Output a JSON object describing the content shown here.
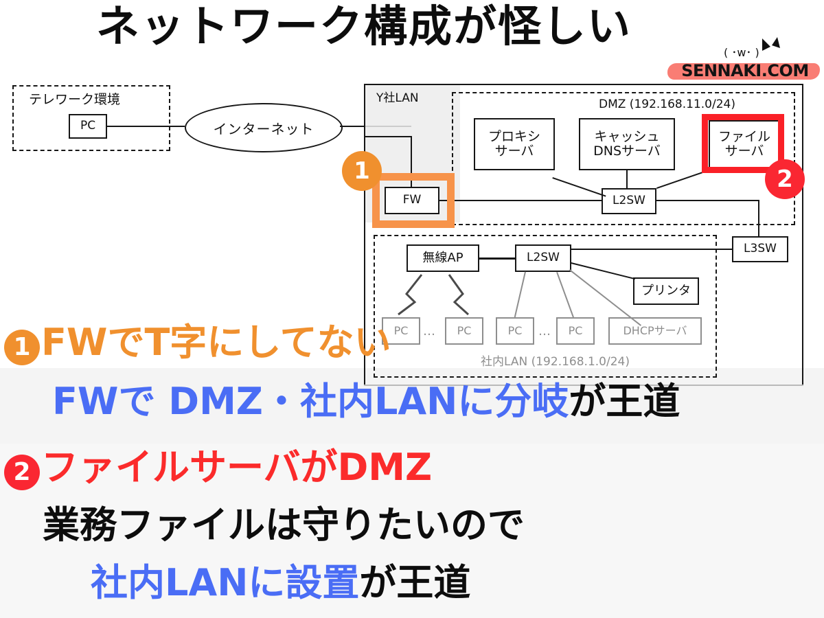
{
  "title": "ネットワーク構成が怪しい",
  "watermark": {
    "text": "SENNAKI.COM",
    "highlight_color": "#f97d74",
    "doodle": "cat-face-doodle"
  },
  "colors": {
    "orange": "#f0902e",
    "highlight_orange": "#f7934a",
    "red": "#fa2732",
    "highlight_red": "#fa2027",
    "blue": "#4a6df5",
    "black": "#0d0d0d",
    "faded_gray": "#8e8e8e"
  },
  "diagram": {
    "telework": {
      "label": "テレワーク環境",
      "pc": "PC"
    },
    "internet": "インターネット",
    "company_lan": "Y社LAN",
    "dmz": {
      "label": "DMZ (192.168.11.0/24)",
      "proxy": "プロキシ\nサーバ",
      "proxy_l1": "プロキシ",
      "proxy_l2": "サーバ",
      "dns_l1": "キャッシュ",
      "dns_l2": "DNSサーバ",
      "file_l1": "ファイル",
      "file_l2": "サーバ",
      "l2sw": "L2SW"
    },
    "fw": "FW",
    "l3sw": "L3SW",
    "internal_lan": {
      "label": "社内LAN (192.168.1.0/24)",
      "ap": "無線AP",
      "l2sw": "L2SW",
      "printer": "プリンタ",
      "dhcp": "DHCPサーバ",
      "pc": "PC",
      "ellipsis": "…"
    },
    "badges": {
      "one": "1",
      "two": "2"
    }
  },
  "captions": [
    {
      "num": "1",
      "num_color": "orange",
      "segments": [
        {
          "text": "FWでT字にしてない",
          "color": "orange"
        }
      ]
    },
    {
      "num": "",
      "segments": [
        {
          "text": "FWで DMZ・社内LANに分岐",
          "color": "blue"
        },
        {
          "text": "が王道",
          "color": "black"
        }
      ]
    },
    {
      "num": "2",
      "num_color": "red",
      "segments": [
        {
          "text": "ファイルサーバがDMZ",
          "color": "red"
        }
      ]
    },
    {
      "num": "",
      "segments": [
        {
          "text": "業務ファイルは守りたいので",
          "color": "black"
        }
      ]
    },
    {
      "num": "",
      "segments": [
        {
          "text": "社内LANに設置",
          "color": "blue"
        },
        {
          "text": "が王道",
          "color": "black"
        }
      ]
    }
  ],
  "caption_lines": {
    "l1_num": "❶",
    "l1_a": "FWでT字にしてない",
    "l2_a": "FWで DMZ・社内LANに分岐",
    "l2_b": "が王道",
    "l3_num": "❷",
    "l3_a": "ファイルサーバがDMZ",
    "l4_a": "業務ファイルは守りたいので",
    "l5_a": "社内LANに設置",
    "l5_b": "が王道"
  }
}
